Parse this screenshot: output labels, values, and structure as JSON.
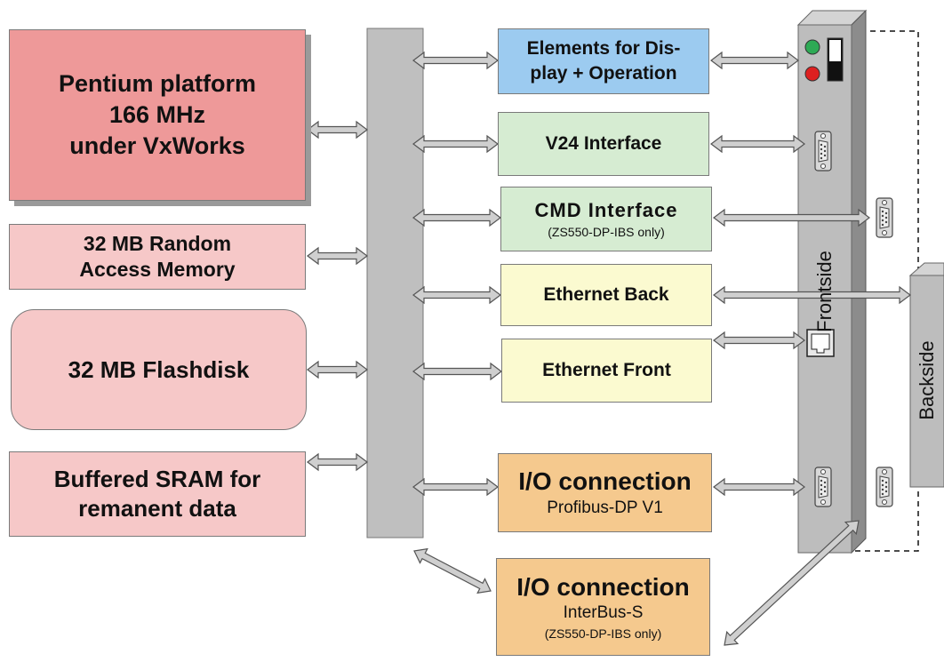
{
  "left_blocks": {
    "cpu": [
      "Pentium platform",
      "166 MHz",
      "under VxWorks"
    ],
    "ram": [
      "32 MB Random",
      "Access Memory"
    ],
    "flash": "32 MB Flashdisk",
    "sram": [
      "Buffered SRAM for",
      "remanent data"
    ]
  },
  "interfaces": {
    "display": [
      "Elements for Dis-",
      "play + Operation"
    ],
    "v24": "V24 Interface",
    "cmd": {
      "title": "CMD Interface",
      "note": "(ZS550-DP-IBS only)"
    },
    "eth_back": "Ethernet Back",
    "eth_front": "Ethernet Front",
    "profibus": {
      "title": "I/O connection",
      "sub": "Profibus-DP V1"
    },
    "interbus": {
      "title": "I/O connection",
      "sub": "InterBus-S",
      "note": "(ZS550-DP-IBS only)"
    }
  },
  "panels": {
    "front": "Frontside",
    "back": "Backside"
  },
  "colors": {
    "cpu": "#ee9999",
    "ram": "#f6c8c8",
    "display": "#9ccbf0",
    "green": "#d6ecd2",
    "yellow": "#fbfad0",
    "orange": "#f5c98e",
    "bus": "#bfbfbf",
    "arrow": "#cfcfcf",
    "led_green": "#2eaa55",
    "led_red": "#dd2020"
  }
}
